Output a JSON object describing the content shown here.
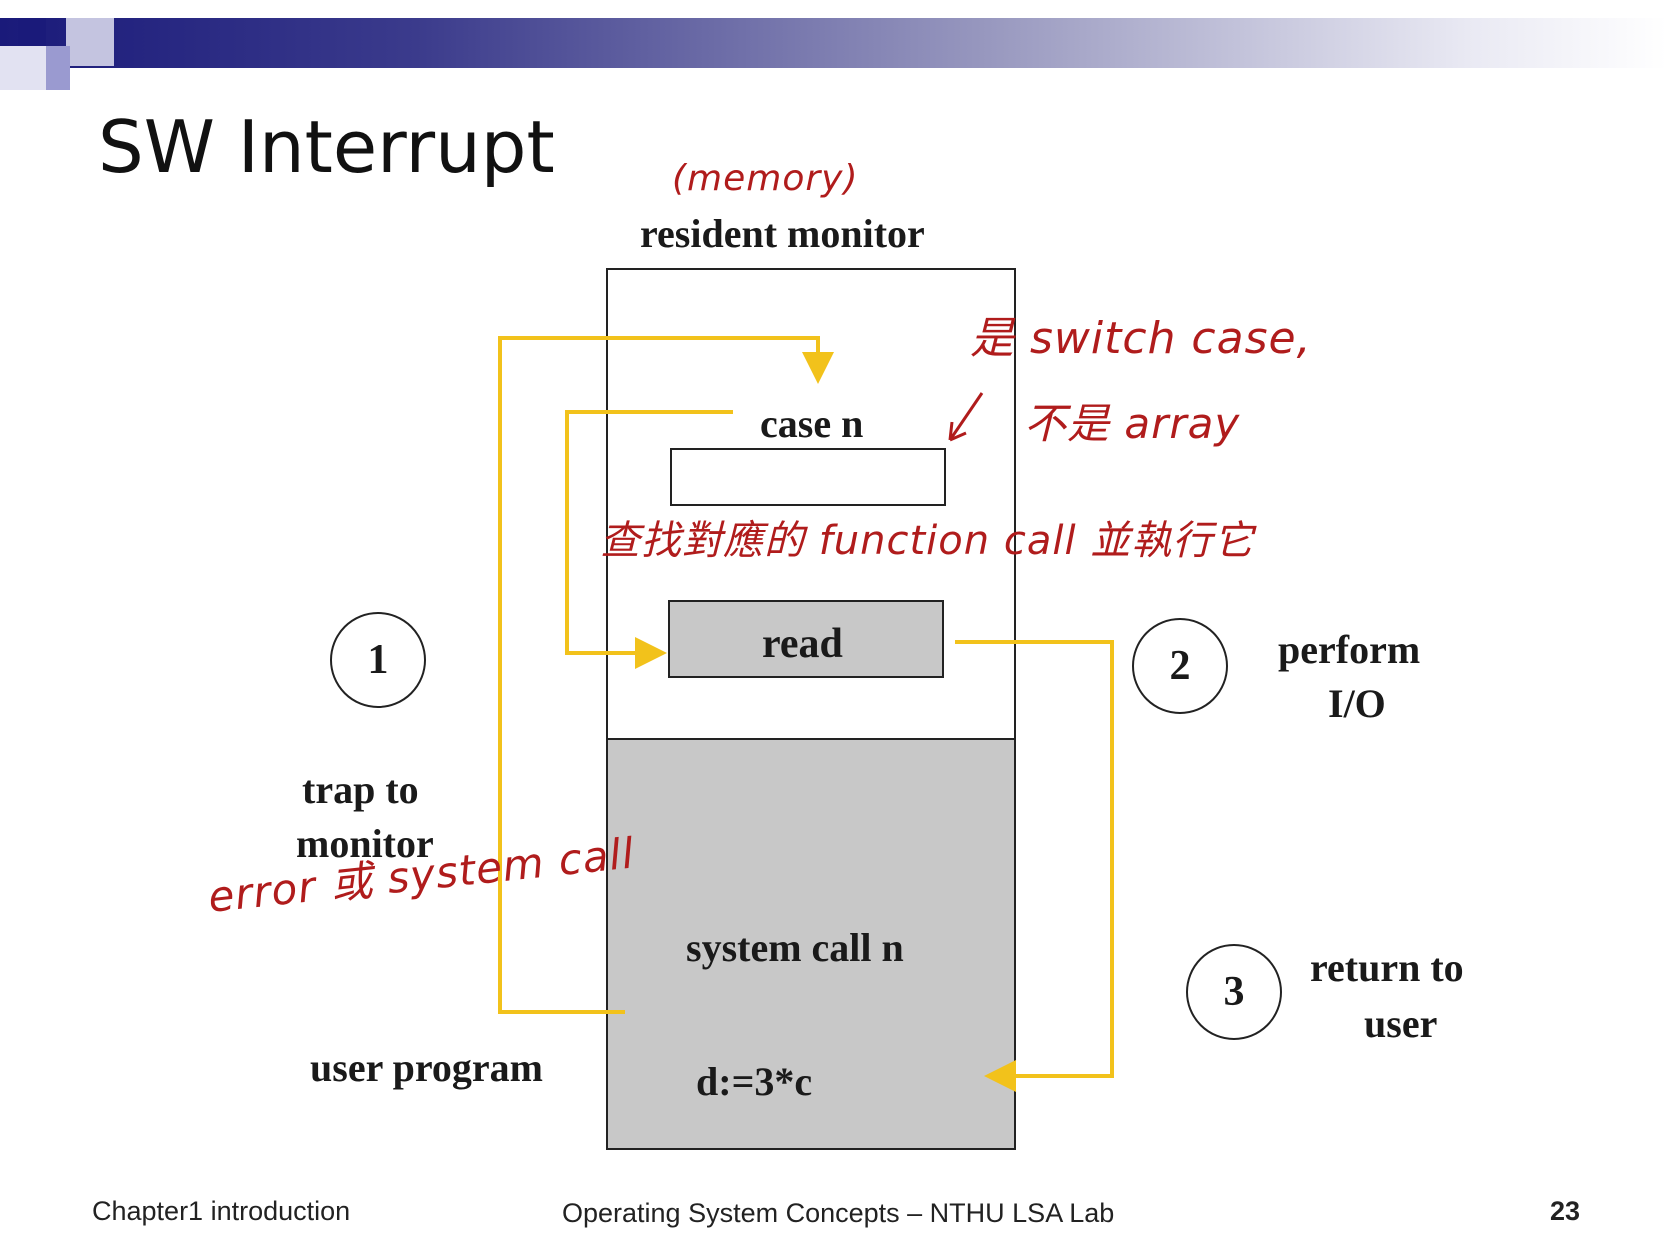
{
  "slide": {
    "title": "SW Interrupt",
    "colors": {
      "header_start": "#1a1a7a",
      "arrow": "#f2c21b",
      "annotation": "#b01c1c",
      "box_fill": "#c8c8c8"
    }
  },
  "diagram": {
    "resident_monitor_label": "resident monitor",
    "case_label": "case n",
    "read_label": "read",
    "system_call_label": "system call n",
    "instruction_label": "d:=3*c",
    "user_program_label": "user program",
    "trap_label_line1": "trap to",
    "trap_label_line2": "monitor",
    "perform_label_line1": "perform",
    "perform_label_line2": "I/O",
    "return_label_line1": "return to",
    "return_label_line2": "user",
    "step1": "1",
    "step2": "2",
    "step3": "3"
  },
  "annotations": {
    "memory": "(memory)",
    "switch_case": "是 switch case,",
    "not_array": "不是 array",
    "lookup": "查找對應的 function call 並執行它",
    "error_or_syscall": "error 或 system call"
  },
  "footer": {
    "chapter": "Chapter1 introduction",
    "course": "Operating System Concepts – NTHU LSA Lab",
    "page": "23"
  }
}
